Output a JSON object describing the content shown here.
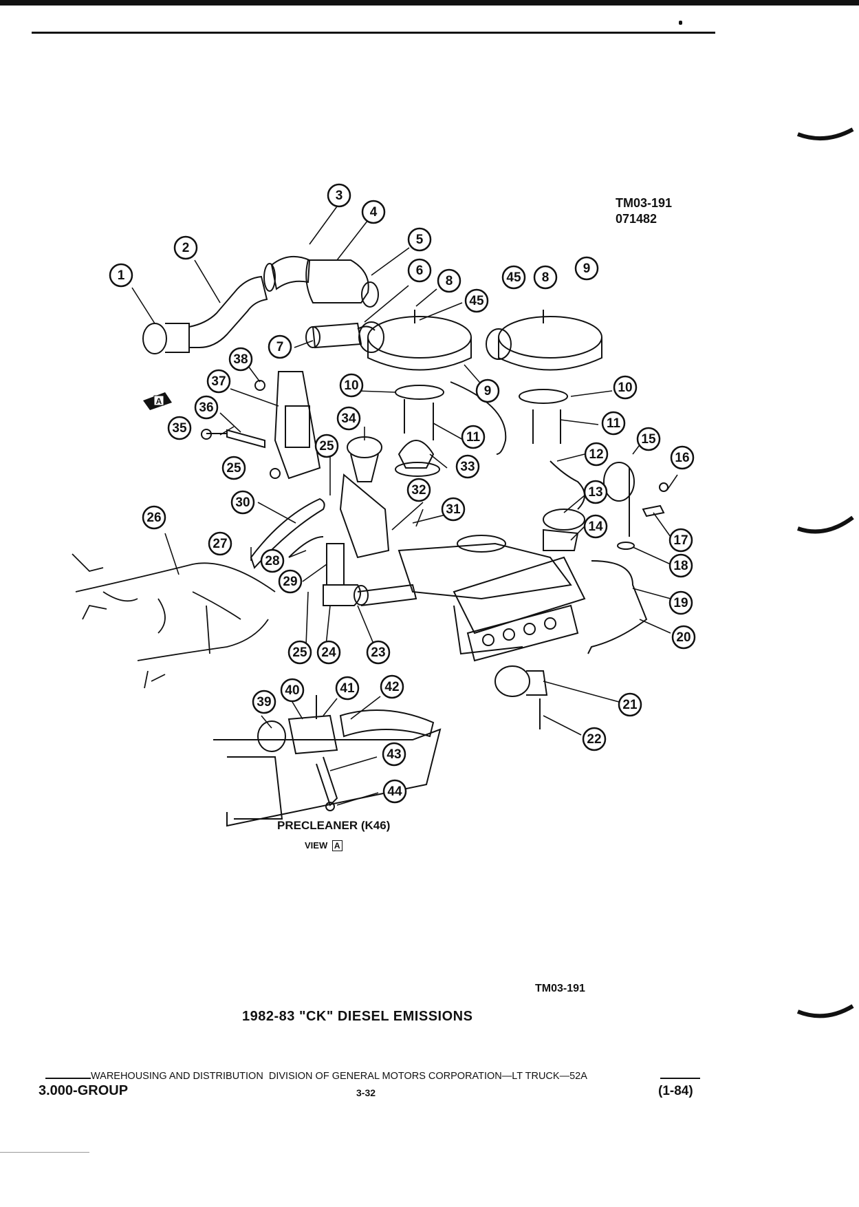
{
  "header": {
    "figure_code": "TM03-191",
    "figure_date": "071482"
  },
  "callouts": [
    {
      "num": "1"
    },
    {
      "num": "2"
    },
    {
      "num": "3"
    },
    {
      "num": "4"
    },
    {
      "num": "5"
    },
    {
      "num": "6"
    },
    {
      "num": "7"
    },
    {
      "num": "8"
    },
    {
      "num": "45"
    },
    {
      "num": "45"
    },
    {
      "num": "8"
    },
    {
      "num": "9"
    },
    {
      "num": "9"
    },
    {
      "num": "10"
    },
    {
      "num": "10"
    },
    {
      "num": "11"
    },
    {
      "num": "11"
    },
    {
      "num": "12"
    },
    {
      "num": "13"
    },
    {
      "num": "14"
    },
    {
      "num": "15"
    },
    {
      "num": "16"
    },
    {
      "num": "17"
    },
    {
      "num": "18"
    },
    {
      "num": "19"
    },
    {
      "num": "20"
    },
    {
      "num": "21"
    },
    {
      "num": "22"
    },
    {
      "num": "23"
    },
    {
      "num": "24"
    },
    {
      "num": "25"
    },
    {
      "num": "25"
    },
    {
      "num": "25"
    },
    {
      "num": "26"
    },
    {
      "num": "27"
    },
    {
      "num": "28"
    },
    {
      "num": "29"
    },
    {
      "num": "30"
    },
    {
      "num": "31"
    },
    {
      "num": "32"
    },
    {
      "num": "33"
    },
    {
      "num": "34"
    },
    {
      "num": "35"
    },
    {
      "num": "36"
    },
    {
      "num": "37"
    },
    {
      "num": "38"
    },
    {
      "num": "39"
    },
    {
      "num": "40"
    },
    {
      "num": "41"
    },
    {
      "num": "42"
    },
    {
      "num": "43"
    },
    {
      "num": "44"
    }
  ],
  "view_marker": "A",
  "inset": {
    "label": "PRECLEANER (K46)",
    "view_label": "VIEW",
    "view_letter": "A"
  },
  "figure": {
    "code_bottom": "TM03-191",
    "title": "1982-83 \"CK\" DIESEL EMISSIONS"
  },
  "footer": {
    "division_line": "WAREHOUSING AND DISTRIBUTION  DIVISION OF GENERAL MOTORS CORPORATION—LT TRUCK—52A",
    "group": "3.000-GROUP",
    "page": "3-32",
    "date": "(1-84)"
  }
}
